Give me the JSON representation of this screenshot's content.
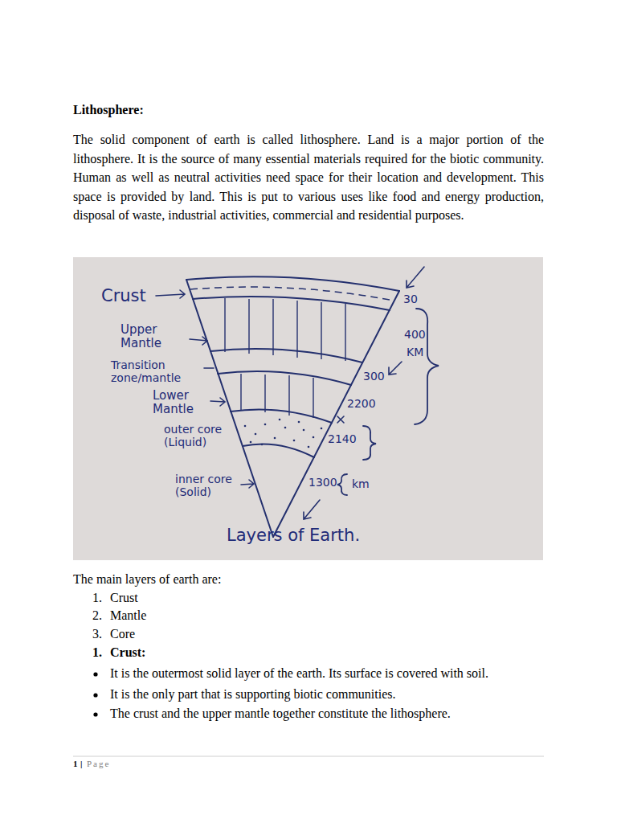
{
  "diagram": {
    "title": "Lithosphere:",
    "labels": [
      "The solid component of earth is called lithosphere. Land is a major portion of the lithosphere. It is the source of many essential materials required for the biotic community. Human as well as neutral activities need space for their location and development. This space is provided by land. This is put to various uses like food and energy production, disposal of waste, industrial activities, commercial and residential purposes.",
      "Crust",
      "Upper Mantle",
      "Transition zone/mantle",
      "Lower Mantle",
      "outer core (Liquid)",
      "inner core (Solid)",
      "30",
      "400",
      "KM",
      "300",
      "2200",
      "2140",
      "1300",
      "km",
      "Layers of Earth.",
      "The main layers of earth are:",
      "1.",
      "Crust",
      "2.",
      "Mantle",
      "3.",
      "Core",
      "1.",
      "Crust:",
      "It is the outermost solid layer of the earth. Its surface is covered with soil.",
      "It is the only part that is supporting biotic communities.",
      "The crust and the upper mantle together constitute the lithosphere.",
      "1",
      "|",
      "Page"
    ]
  }
}
